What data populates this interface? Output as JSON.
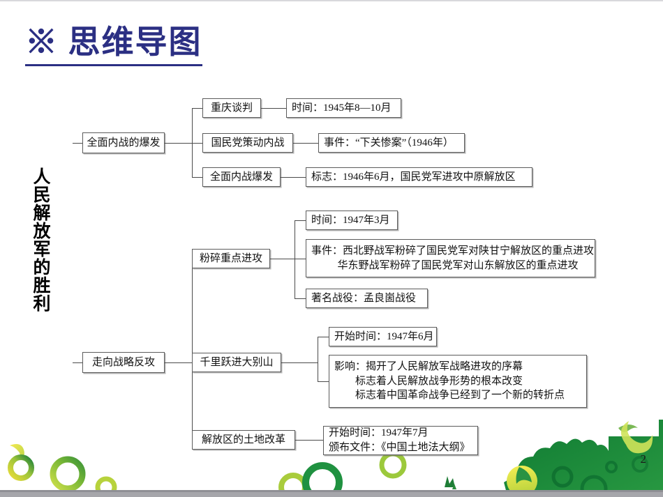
{
  "slide": {
    "title": "※ 思维导图",
    "vertical_label": "人民解放军的胜利",
    "page_number": "2",
    "colors": {
      "title": "#2b2f83",
      "box_border": "#5b5b5b",
      "connector": "#4a4a4a",
      "deco_green_dark": "#1e8139",
      "deco_green_mid": "#5ba832",
      "deco_green_light": "#a8c93a",
      "deco_yellow": "#e8d83a",
      "bottom_bar": "#a8a8ad",
      "background": "#ffffff"
    }
  },
  "mindmap": {
    "branches": [
      {
        "id": "branch-1",
        "root": "全面内战的爆发",
        "children": [
          {
            "id": "node-chongqing",
            "label": "重庆谈判",
            "detail": "时间：1945年8—10月"
          },
          {
            "id": "node-kmt-plot",
            "label": "国民党策动内战",
            "detail": "事件：“下关惨案”（1946年）"
          },
          {
            "id": "node-civilwar-outbreak",
            "label": "全面内战爆发",
            "detail": "标志：1946年6月，国民党军进攻中原解放区"
          }
        ]
      },
      {
        "id": "branch-2",
        "root": "走向战略反攻",
        "children": [
          {
            "id": "node-smash-offensive",
            "label": "粉碎重点进攻",
            "details": [
              "时间：1947年3月",
              "事件：西北野战军粉碎了国民党军对陕甘宁解放区的重点进攻\n          华东野战军粉碎了国民党军对山东解放区的重点进攻",
              "著名战役：孟良崮战役"
            ]
          },
          {
            "id": "node-dabie-mountains",
            "label": "千里跃进大别山",
            "details": [
              "开始时间：1947年6月",
              "影响：揭开了人民解放军战略进攻的序幕\n        标志着人民解放战争形势的根本改变\n        标志着中国革命战争已经到了一个新的转折点"
            ]
          },
          {
            "id": "node-land-reform",
            "label": "解放区的土地改革",
            "details": [
              "开始时间：1947年7月\n颁布文件：《中国土地法大纲》"
            ]
          }
        ]
      }
    ]
  }
}
